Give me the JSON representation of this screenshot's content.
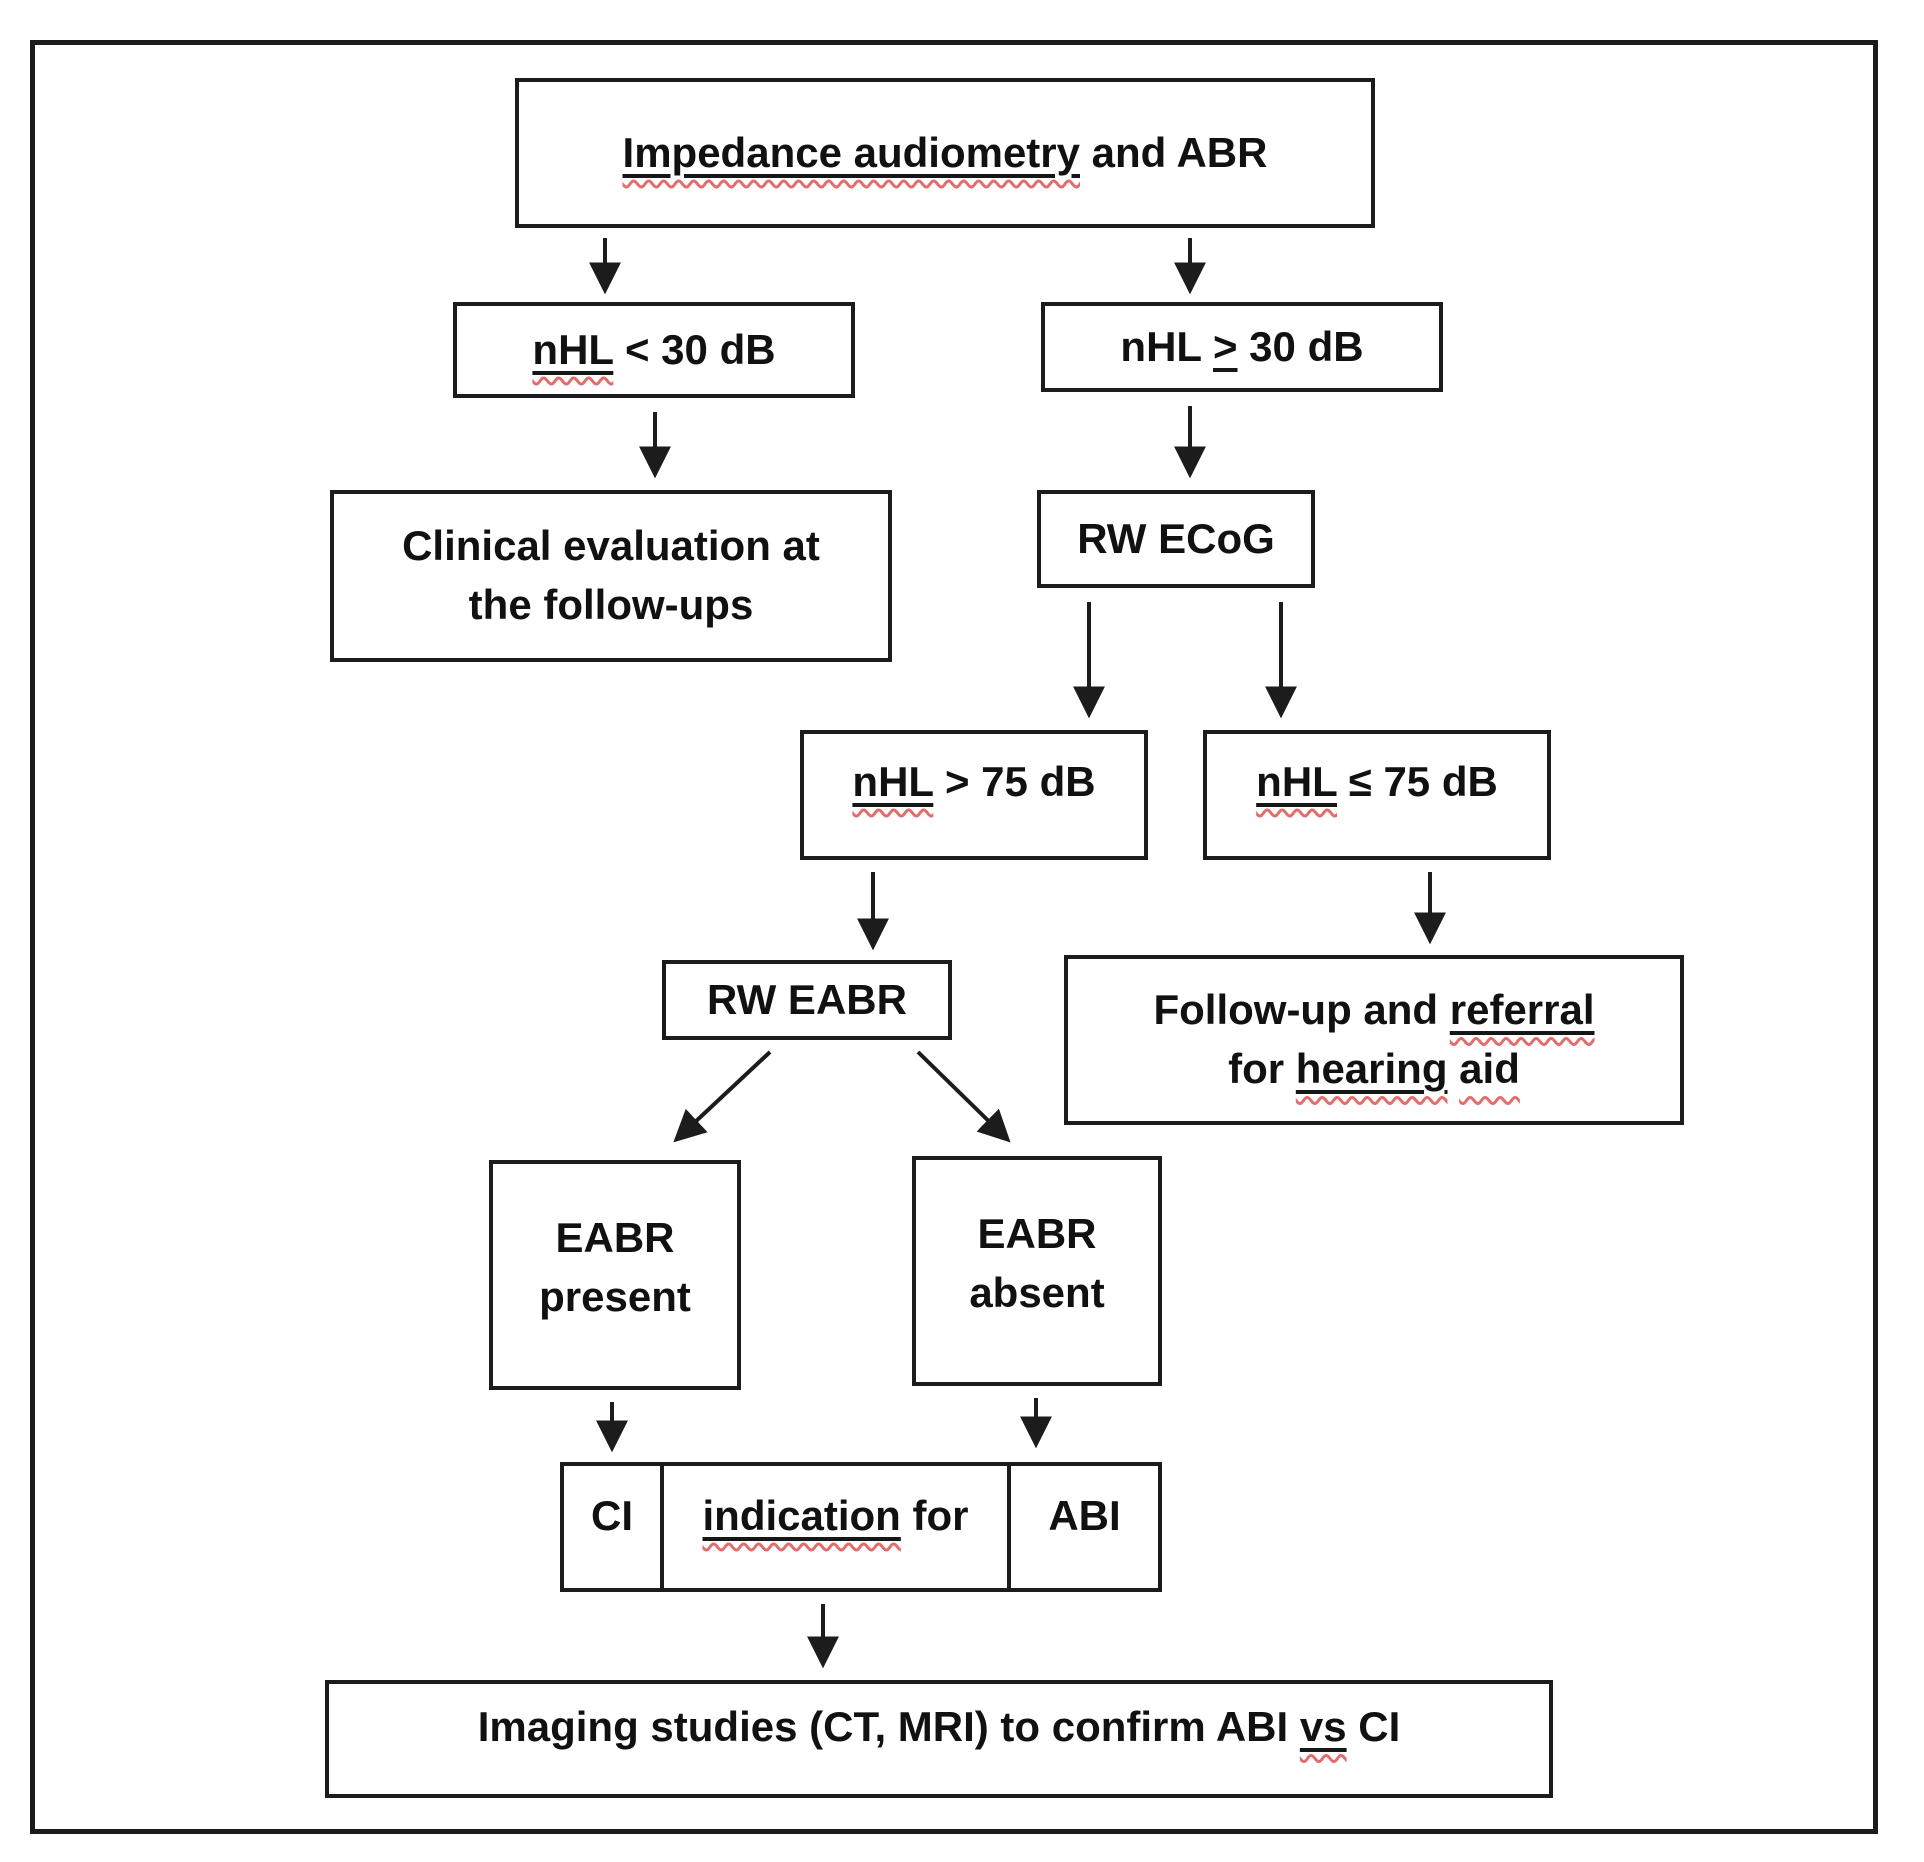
{
  "figure": {
    "type": "flowchart",
    "colors": {
      "background": "#ffffff",
      "box_border": "#1c1c1c",
      "text": "#111111",
      "spellcheck_squiggle": "#e36c6c"
    },
    "nodes": {
      "top": {
        "underlined": "Impedance audiometry",
        "rest": " and ABR"
      },
      "nhl_lt_30": {
        "nhl": "nHL",
        "rest": " < 30 dB"
      },
      "nhl_ge_30": {
        "pre": "nHL ",
        "gte": ">",
        "rest": " 30 dB"
      },
      "clinical": {
        "line1": "Clinical evaluation at",
        "line2": "the follow-ups"
      },
      "rw_ecog": {
        "label": "RW ECoG"
      },
      "nhl_gt_75": {
        "nhl": "nHL",
        "rest": " > 75 dB"
      },
      "nhl_le_75": {
        "nhl": "nHL",
        "rest": " ≤ 75 dB"
      },
      "rw_eabr": {
        "label": "RW EABR"
      },
      "followup": {
        "line1_pre": "Follow-up and ",
        "line1_u": "referral",
        "line2_pre": "for ",
        "line2_u": "hearing",
        "line2_sp": " ",
        "line2_sq": "aid"
      },
      "eabr_present": {
        "line1": "EABR",
        "line2": "present"
      },
      "eabr_absent": {
        "line1": "EABR",
        "line2": "absent"
      },
      "indication": {
        "ci": "CI",
        "mid_u": "indication",
        "mid_rest": " for",
        "abi": "ABI"
      },
      "imaging": {
        "pre": "Imaging studies (CT, MRI) to confirm ABI ",
        "vs": "vs",
        "post": " CI"
      }
    },
    "edges": [
      {
        "from": "top",
        "to": "nhl_lt_30"
      },
      {
        "from": "top",
        "to": "nhl_ge_30"
      },
      {
        "from": "nhl_lt_30",
        "to": "clinical"
      },
      {
        "from": "nhl_ge_30",
        "to": "rw_ecog"
      },
      {
        "from": "rw_ecog",
        "to": "nhl_gt_75"
      },
      {
        "from": "rw_ecog",
        "to": "nhl_le_75"
      },
      {
        "from": "nhl_gt_75",
        "to": "rw_eabr"
      },
      {
        "from": "nhl_le_75",
        "to": "followup"
      },
      {
        "from": "rw_eabr",
        "to": "eabr_present"
      },
      {
        "from": "rw_eabr",
        "to": "eabr_absent"
      },
      {
        "from": "eabr_present",
        "to": "indication_ci"
      },
      {
        "from": "eabr_absent",
        "to": "indication_abi"
      },
      {
        "from": "indication",
        "to": "imaging"
      }
    ]
  }
}
